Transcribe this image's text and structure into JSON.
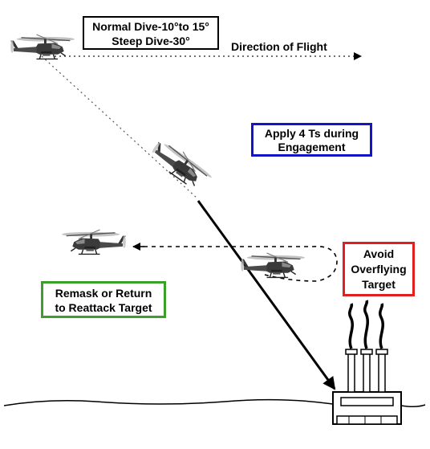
{
  "labels": {
    "dive_line1": "Normal Dive-10°to 15°",
    "dive_line2": "Steep Dive-30°",
    "direction": "Direction of Flight",
    "apply_line1": "Apply 4 Ts during",
    "apply_line2": "Engagement",
    "avoid_line1": "Avoid",
    "avoid_line2": "Overflying",
    "avoid_line3": "Target",
    "remask_line1": "Remask or Return",
    "remask_line2": "to Reattack Target"
  },
  "colors": {
    "dive_box_border": "#000000",
    "apply_box_border": "#1414c8",
    "avoid_box_border": "#e02020",
    "remask_box_border": "#3aa02a"
  }
}
